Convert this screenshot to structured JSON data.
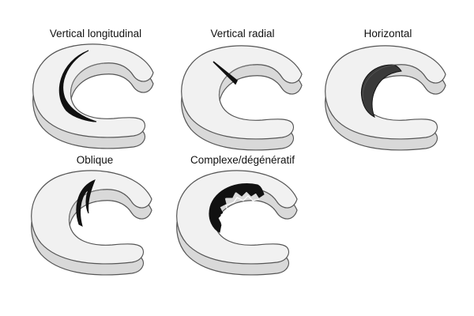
{
  "diagram": {
    "labels": [
      "Vertical longitudinal",
      "Vertical radial",
      "Horizontal",
      "Oblique",
      "Complexe/dégénératif"
    ]
  },
  "colors": {
    "meniscus_top": "#f1f1f1",
    "meniscus_side": "#d9d9d9",
    "outline": "#555555",
    "tear": "#111111",
    "tear_horizontal": "#3a3a3a"
  }
}
